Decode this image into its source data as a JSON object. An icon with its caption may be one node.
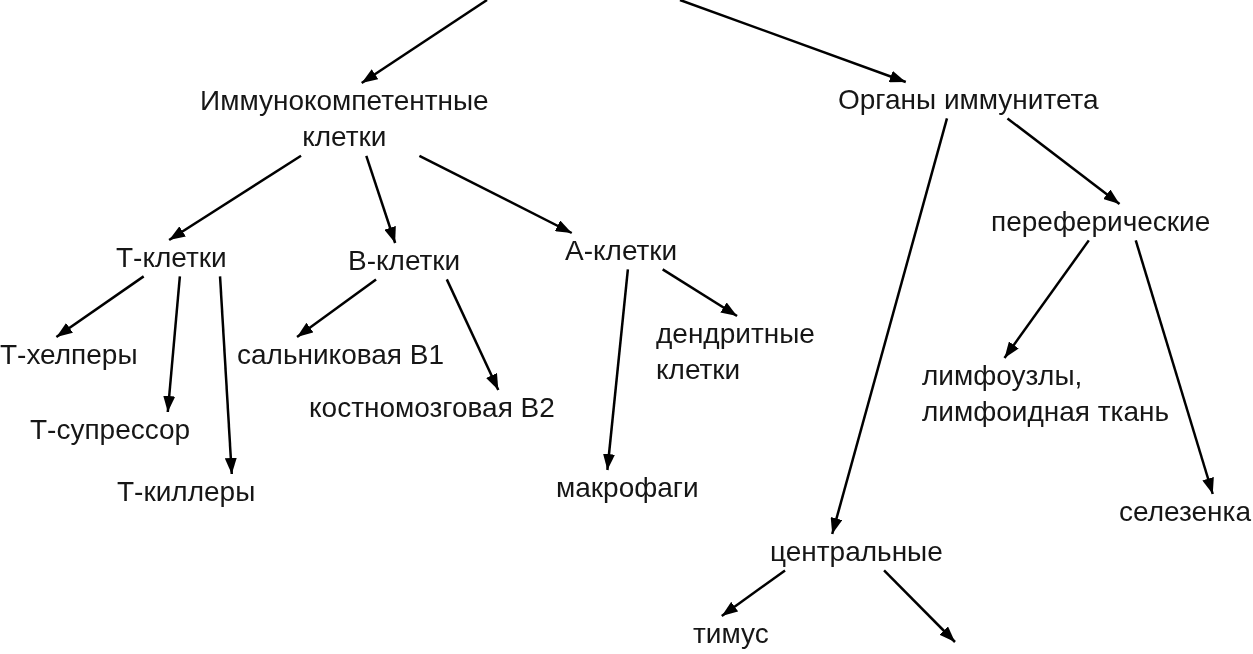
{
  "diagram": {
    "nodes": [
      {
        "text": [
          "Иммунокомпетентные клетки"
        ]
      },
      {
        "text": [
          "Органы иммунитета"
        ]
      },
      {
        "text": [
          "Т-клетки"
        ]
      },
      {
        "text": [
          "В-клетки"
        ]
      },
      {
        "text": [
          "А-клетки"
        ]
      },
      {
        "text": [
          "Т-хелперы"
        ]
      },
      {
        "text": [
          "Т-супрессор"
        ]
      },
      {
        "text": [
          "Т-киллеры"
        ]
      },
      {
        "text": [
          "сальниковая В1"
        ]
      },
      {
        "text": [
          "костномозговая В2"
        ]
      },
      {
        "text": [
          "дендритные клетки"
        ]
      },
      {
        "text": [
          "макрофаги"
        ]
      },
      {
        "text": [
          "переферические"
        ]
      },
      {
        "text": [
          "лимфоузлы, лимфоидная ткань"
        ]
      },
      {
        "text": [
          "селезенка"
        ]
      },
      {
        "text": [
          "центральные"
        ]
      },
      {
        "text": [
          "тимус"
        ]
      }
    ],
    "edges": [
      {
        "from": null,
        "to": 0,
        "arrow": "to"
      },
      {
        "from": null,
        "to": 1,
        "arrow": "to"
      },
      {
        "from": 0,
        "to": 2,
        "arrow": "to"
      },
      {
        "from": 0,
        "to": 3,
        "arrow": "to"
      },
      {
        "from": 0,
        "to": 4,
        "arrow": "to"
      },
      {
        "from": 1,
        "to": 12,
        "arrow": "to"
      },
      {
        "from": 1,
        "to": 15,
        "arrow": "to"
      },
      {
        "from": 2,
        "to": 5,
        "arrow": "to"
      },
      {
        "from": 2,
        "to": 6,
        "arrow": "to"
      },
      {
        "from": 2,
        "to": 7,
        "arrow": "to"
      },
      {
        "from": 3,
        "to": 8,
        "arrow": "to"
      },
      {
        "from": 3,
        "to": 9,
        "arrow": "to"
      },
      {
        "from": 4,
        "to": 11,
        "arrow": "to"
      },
      {
        "from": 4,
        "to": 10,
        "arrow": "to"
      },
      {
        "from": 12,
        "to": 13,
        "arrow": "to"
      },
      {
        "from": 12,
        "to": 14,
        "arrow": "to"
      },
      {
        "from": 15,
        "to": 16,
        "arrow": "to"
      },
      {
        "from": 15,
        "to": null,
        "arrow": "to"
      }
    ]
  }
}
